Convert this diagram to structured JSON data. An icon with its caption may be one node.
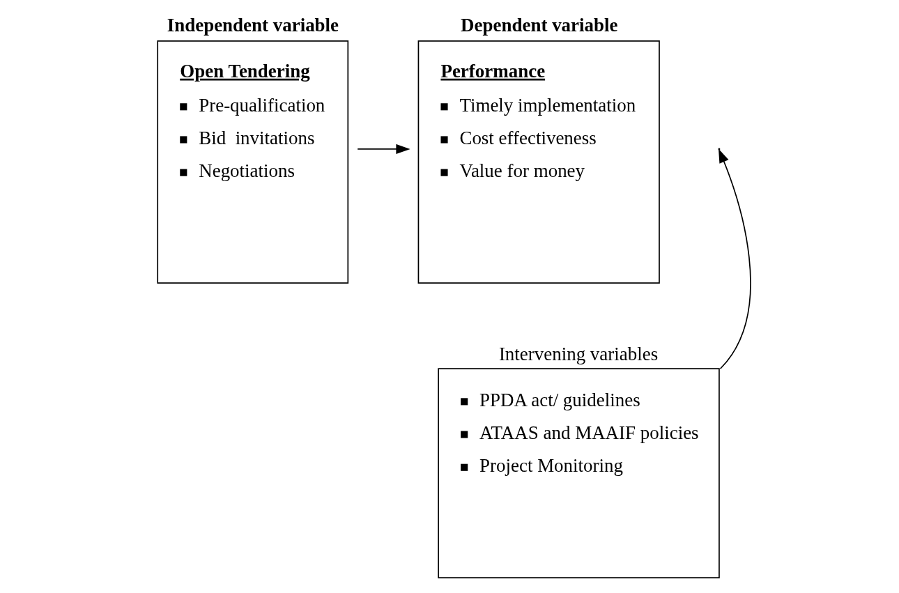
{
  "diagram": {
    "nodes": [
      {
        "text": [
          "Independent variable",
          "Open Tendering",
          "Pre-qualification",
          "Bid  invitations",
          "Negotiations"
        ]
      },
      {
        "text": [
          "Dependent variable",
          "Performance",
          "Timely implementation",
          "Cost effectiveness",
          "Value for money"
        ]
      },
      {
        "text": [
          "Intervening variables",
          "PPDA act/ guidelines",
          "ATAAS and MAAIF policies",
          "Project Monitoring"
        ]
      }
    ],
    "edges": [
      {
        "from": 0,
        "to": 1,
        "arrow": "to"
      },
      {
        "from": 2,
        "to": null,
        "arrow": "to"
      }
    ]
  }
}
